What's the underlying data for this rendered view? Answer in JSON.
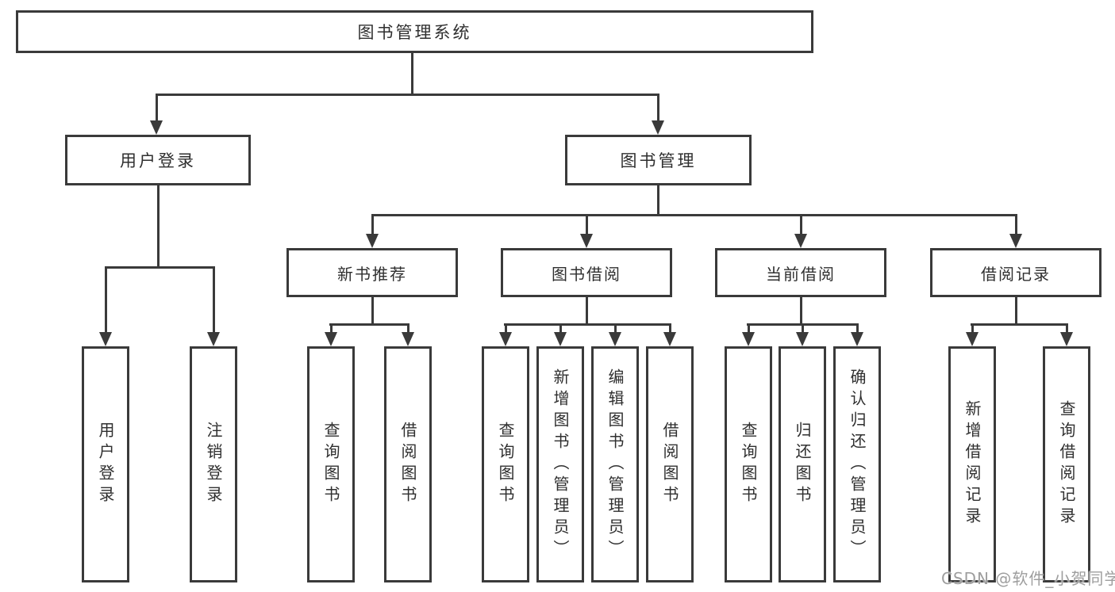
{
  "diagram": {
    "title": "图书管理系统",
    "root": {
      "label": "图书管理系统"
    },
    "children": [
      {
        "label": "用户登录",
        "children": [
          {
            "label": "用户登录"
          },
          {
            "label": "注销登录"
          }
        ]
      },
      {
        "label": "图书管理",
        "children": [
          {
            "label": "新书推荐",
            "children": [
              {
                "label": "查询图书"
              },
              {
                "label": "借阅图书"
              }
            ]
          },
          {
            "label": "图书借阅",
            "children": [
              {
                "label": "查询图书"
              },
              {
                "label": "新增图书（管理员）"
              },
              {
                "label": "编辑图书（管理员）"
              },
              {
                "label": "借阅图书"
              }
            ]
          },
          {
            "label": "当前借阅",
            "children": [
              {
                "label": "查询图书"
              },
              {
                "label": "归还图书"
              },
              {
                "label": "确认归还（管理员）"
              }
            ]
          },
          {
            "label": "借阅记录",
            "children": [
              {
                "label": "新增借阅记录"
              },
              {
                "label": "查询借阅记录"
              }
            ]
          }
        ]
      }
    ]
  },
  "watermark": "CSDN @软件_小贺同学",
  "colors": {
    "line": "#3a3a3a",
    "text": "#2f2f2f",
    "background": "#ffffff",
    "watermark": "#9e9e9e"
  }
}
